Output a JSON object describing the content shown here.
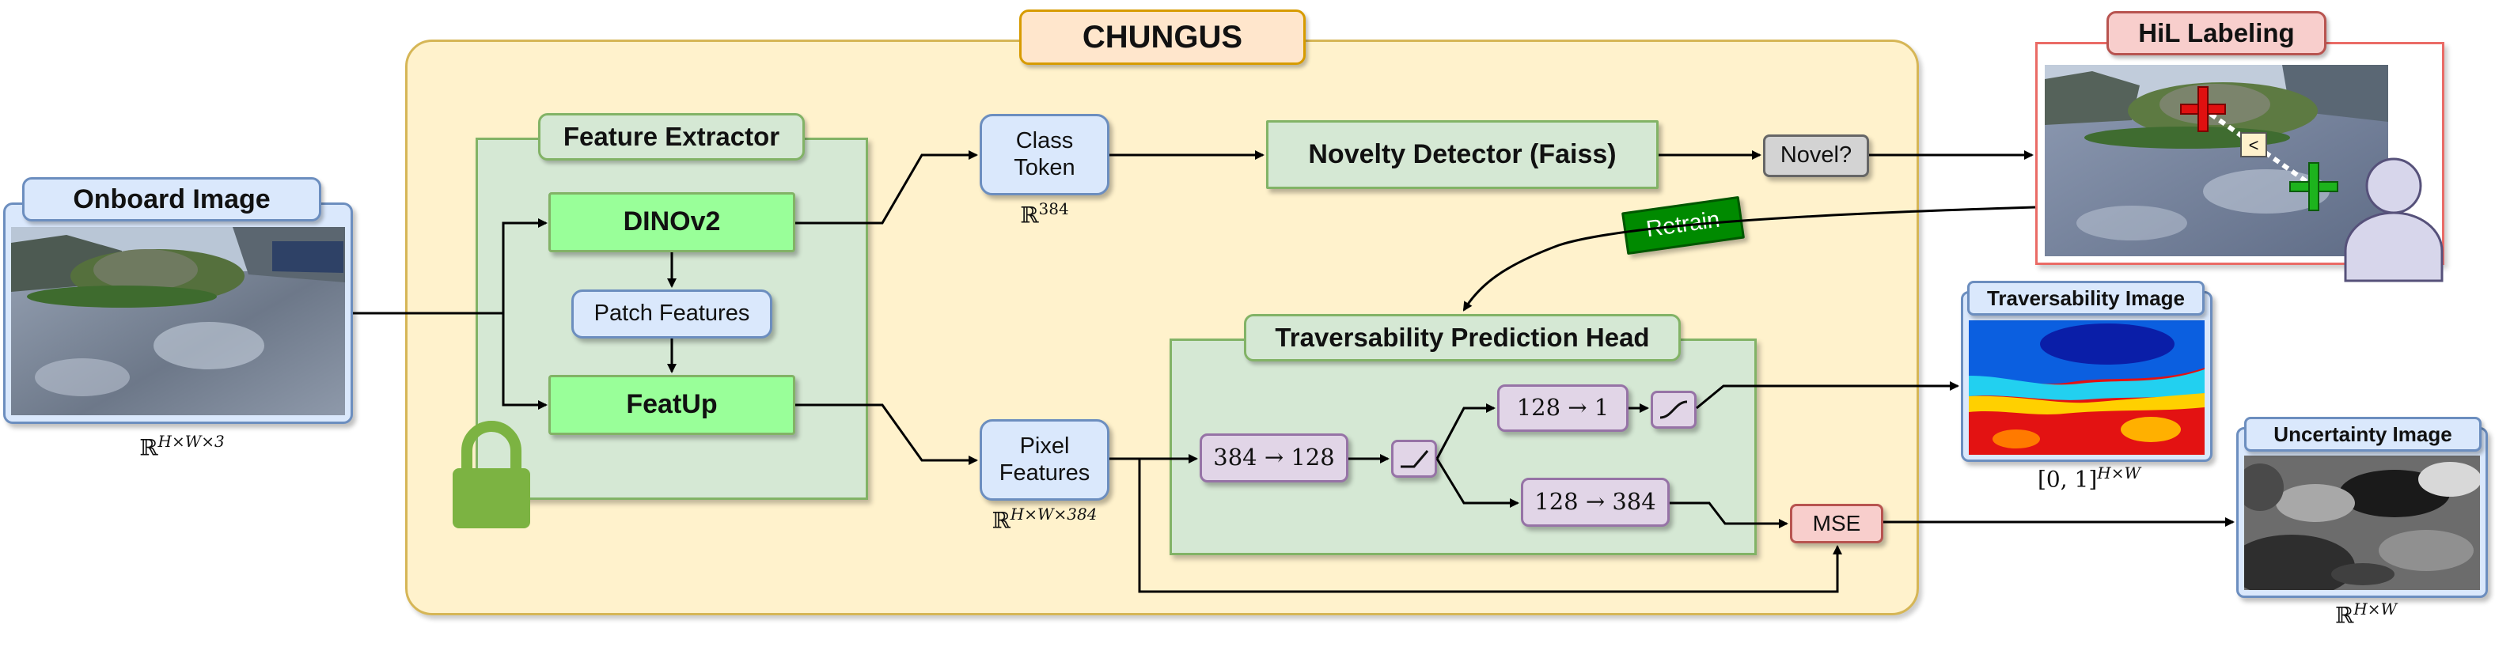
{
  "chungus": {
    "title": "CHUNGUS"
  },
  "onboard": {
    "title": "Onboard Image",
    "dim": "ℝ",
    "dim_sup": "H×W×3"
  },
  "extractor": {
    "title": "Feature Extractor",
    "dinov2": "DINOv2",
    "patch": "Patch Features",
    "featup": "FeatUp"
  },
  "class_token": {
    "line1": "Class",
    "line2": "Token",
    "dim": "ℝ",
    "dim_sup": "384"
  },
  "pixel_features": {
    "line1": "Pixel",
    "line2": "Features",
    "dim": "ℝ",
    "dim_sup": "H×W×384"
  },
  "novelty": {
    "label": "Novelty Detector (Faiss)"
  },
  "novel_q": {
    "label": "Novel?"
  },
  "hil": {
    "title": "HiL Labeling",
    "compare": "<"
  },
  "retrain": {
    "label": "Retrain"
  },
  "head": {
    "title": "Traversability Prediction Head",
    "lin1": "384 → 128",
    "lin2": "128 → 1",
    "lin3": "128 → 384",
    "mse": "MSE"
  },
  "trav_image": {
    "title": "Traversability Image",
    "dim": "[0, 1]",
    "dim_sup": "H×W"
  },
  "unc_image": {
    "title": "Uncertainty Image",
    "dim": "ℝ",
    "dim_sup": "H×W"
  },
  "colors": {
    "container_fill": "#fff2cc",
    "container_border": "#d6b656",
    "green_fill": "#d5e8d4",
    "green_border": "#82b366",
    "bright_green": "#99ff99",
    "blue_fill": "#dae8fc",
    "blue_border": "#6c8ebf",
    "purple_fill": "#e1d5e7",
    "purple_border": "#9673a6",
    "red_fill": "#f8cecc",
    "red_border": "#b85450",
    "orange_fill": "#ffe6cc",
    "retrain_fill": "#008a00",
    "lock": "#7cb342"
  }
}
